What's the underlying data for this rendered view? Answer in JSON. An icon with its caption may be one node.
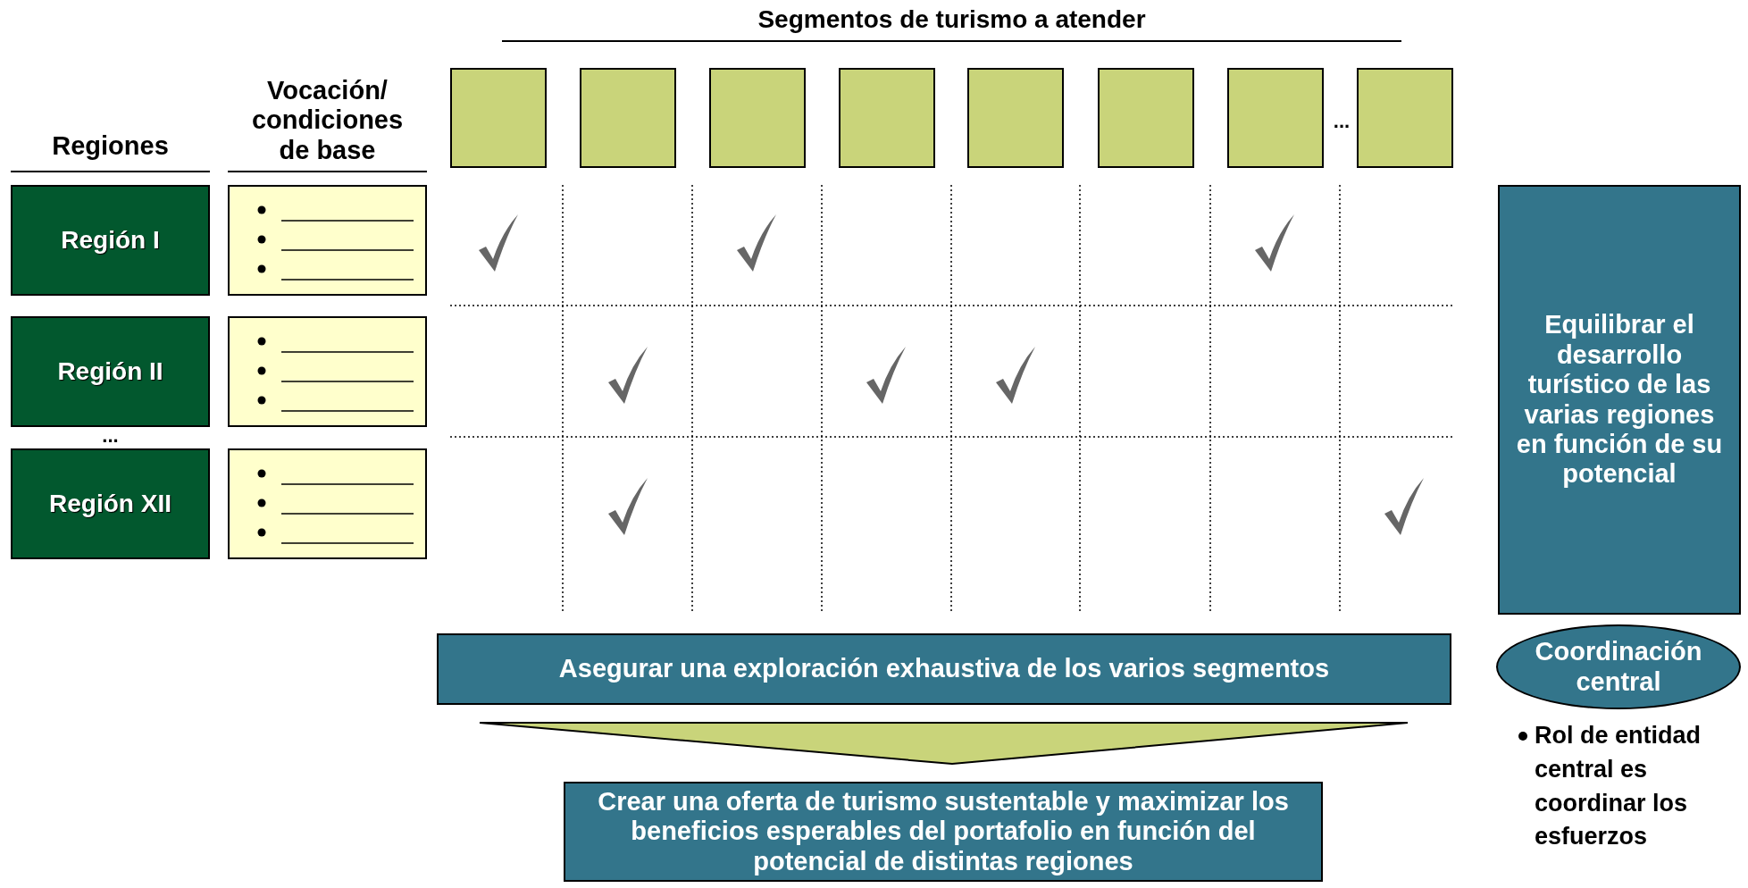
{
  "diagram": {
    "title": "Segmentos de turismo a atender",
    "nodes": [
      {
        "text": [],
        "shape": "box"
      },
      {
        "text": [],
        "shape": "box"
      },
      {
        "text": [],
        "shape": "box"
      },
      {
        "text": [],
        "shape": "box"
      },
      {
        "text": [],
        "shape": "box"
      },
      {
        "text": [],
        "shape": "box"
      },
      {
        "text": [],
        "shape": "box"
      },
      {
        "text": [],
        "shape": "box"
      },
      {
        "text": [
          "Región I"
        ]
      },
      {
        "text": [],
        "shape": "box"
      },
      {
        "text": [
          "Región II"
        ]
      },
      {
        "text": [],
        "shape": "box"
      },
      {
        "text": [
          "Región XII"
        ]
      },
      {
        "text": [],
        "shape": "box"
      },
      {
        "text": [
          "Equilibrar el desarrollo turístico de las varias regiones en función de su potencial"
        ]
      },
      {
        "text": [
          "Asegurar una exploración exhaustiva de los varios segmentos"
        ]
      },
      {
        "text": [
          "Coordinación central"
        ]
      },
      {
        "text": [
          "Crear una oferta de turismo sustentable y maximizar los beneficios esperables del portafolio en función del potencial de distintas regiones"
        ]
      }
    ],
    "edges": [
      {
        "from": 15,
        "to": 17,
        "arrow": "to"
      }
    ],
    "labels": [
      "Regiones",
      "Vocación/ condiciones de base",
      "...",
      "...",
      "Rol de entidad central es coordinar los esfuerzos"
    ]
  }
}
